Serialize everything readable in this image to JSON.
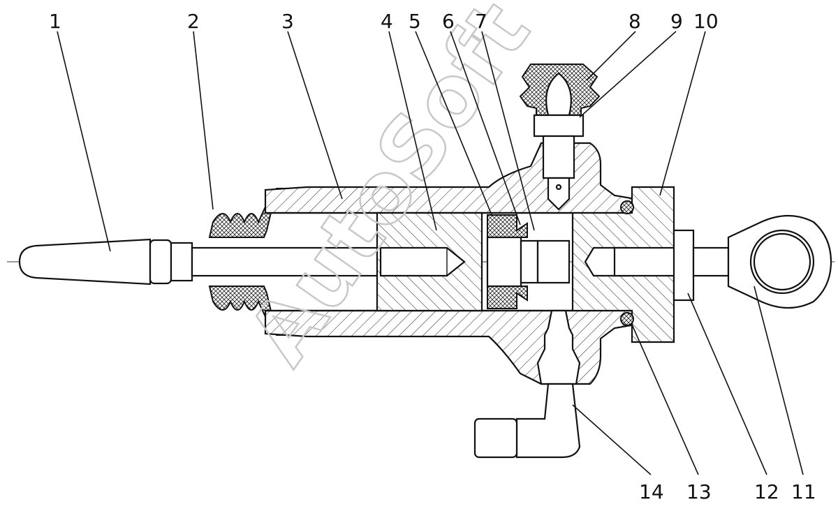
{
  "callouts": [
    {
      "id": 1,
      "label": "1"
    },
    {
      "id": 2,
      "label": "2"
    },
    {
      "id": 3,
      "label": "3"
    },
    {
      "id": 4,
      "label": "4"
    },
    {
      "id": 5,
      "label": "5"
    },
    {
      "id": 6,
      "label": "6"
    },
    {
      "id": 7,
      "label": "7"
    },
    {
      "id": 8,
      "label": "8"
    },
    {
      "id": 9,
      "label": "9"
    },
    {
      "id": 10,
      "label": "10"
    },
    {
      "id": 11,
      "label": "11"
    },
    {
      "id": 12,
      "label": "12"
    },
    {
      "id": 13,
      "label": "13"
    },
    {
      "id": 14,
      "label": "14"
    }
  ],
  "watermark": "AutoSoft"
}
